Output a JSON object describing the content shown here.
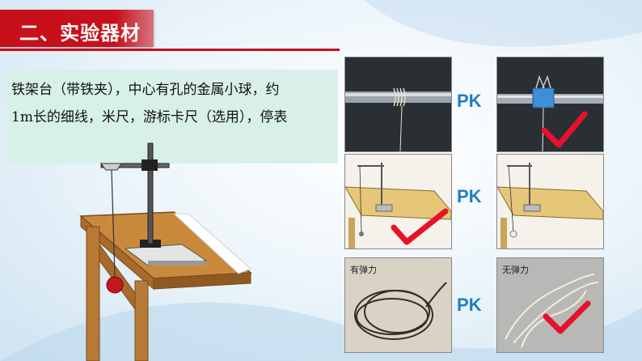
{
  "header": {
    "title": "二、实验器材"
  },
  "materials": {
    "line1": "铁架台（带铁夹），中心有孔的金属小球，约",
    "line2": "1m长的细线，米尺，游标卡尺（选用），停表"
  },
  "comparisons": {
    "pk1": "PK",
    "pk2": "PK",
    "pk3": "PK",
    "elastic_label": "有弹力",
    "inelastic_label": "无弹力"
  },
  "colors": {
    "accent_red": "#c7101a",
    "pk_blue": "#1f7fc1",
    "check_red": "#e8102a",
    "text_box": "#d7efe9"
  }
}
